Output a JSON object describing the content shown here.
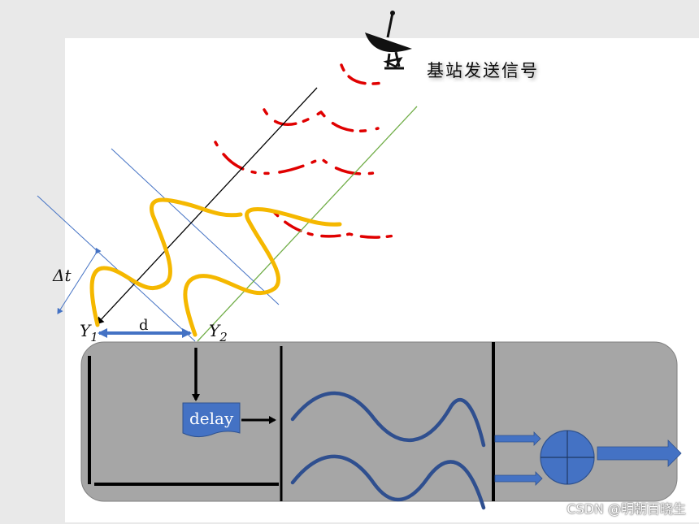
{
  "station_label": "基站发送信号",
  "delta_t_label": "Δt",
  "distance_label": "d",
  "antenna1_label": "Y",
  "antenna1_sub": "1",
  "antenna2_label": "Y",
  "antenna2_sub": "2",
  "delay_label": "delay",
  "watermark": "CSDN @明朝百晓生",
  "colors": {
    "signal_wave": "#e00000",
    "incident_wave": "#f5b800",
    "ray_line": "#000000",
    "ray_line_2": "#70ad47",
    "wavefront": "#4472c4",
    "device_box": "#a6a6a6",
    "processing_wave": "#2f4f8f",
    "accent_blue": "#4472c4"
  }
}
